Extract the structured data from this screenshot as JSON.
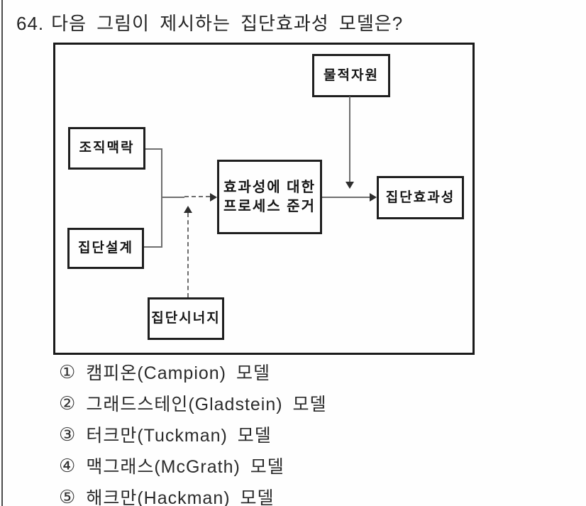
{
  "question": {
    "number": "64.",
    "text": "다음 그림이 제시하는 집단효과성 모델은?"
  },
  "diagram": {
    "boxes": {
      "physical_resources": "물적자원",
      "organizational_context": "조직맥락",
      "group_design": "집단설계",
      "group_synergy": "집단시너지",
      "process_criteria_line1": "효과성에 대한",
      "process_criteria_line2": "프로세스 준거",
      "group_effectiveness": "집단효과성"
    },
    "flow": [
      "조직맥락 → 효과성에 대한 프로세스 준거",
      "집단설계 → 효과성에 대한 프로세스 준거",
      "집단시너지 ⇢ 효과성에 대한 프로세스 준거 (dashed)",
      "효과성에 대한 프로세스 준거 → 집단효과성",
      "물적자원 → (효과성에 대한 프로세스 준거 → 집단효과성 경로)"
    ]
  },
  "options": [
    {
      "marker": "①",
      "label": "캠피온(Campion) 모델"
    },
    {
      "marker": "②",
      "label": "그래드스테인(Gladstein) 모델"
    },
    {
      "marker": "③",
      "label": "터크만(Tuckman) 모델"
    },
    {
      "marker": "④",
      "label": "맥그래스(McGrath) 모델"
    },
    {
      "marker": "⑤",
      "label": "해크만(Hackman) 모델"
    }
  ],
  "colors": {
    "ink": "#2a2a2a",
    "box_border": "#1f1f1f",
    "frame_border": "#1a1a1a",
    "connector_line": "#6e6e6e",
    "arrowhead": "#2e2e2e",
    "background": "#fefefe"
  }
}
